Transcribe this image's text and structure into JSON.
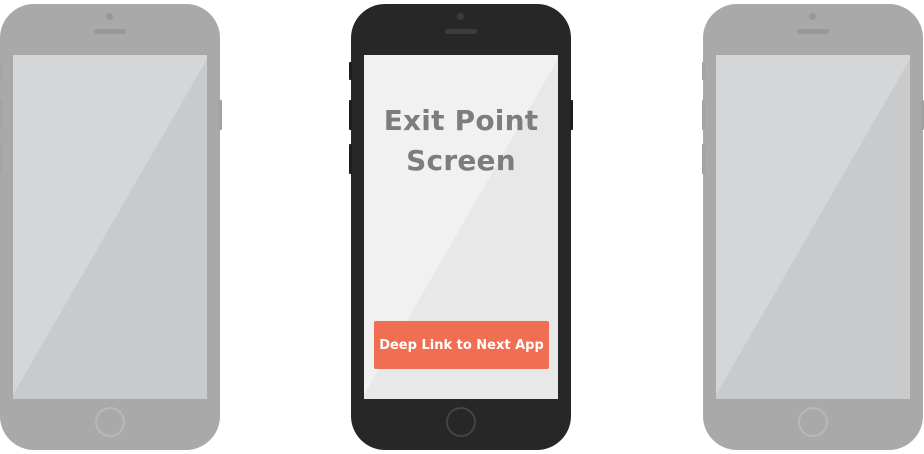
{
  "screen": {
    "title_line1": "Exit Point",
    "title_line2": "Screen",
    "button_label": "Deep Link to Next App"
  },
  "colors": {
    "accent_button": "#f06e52",
    "active_phone_body": "#272727",
    "inactive_phone_body": "#a9a9a9"
  }
}
